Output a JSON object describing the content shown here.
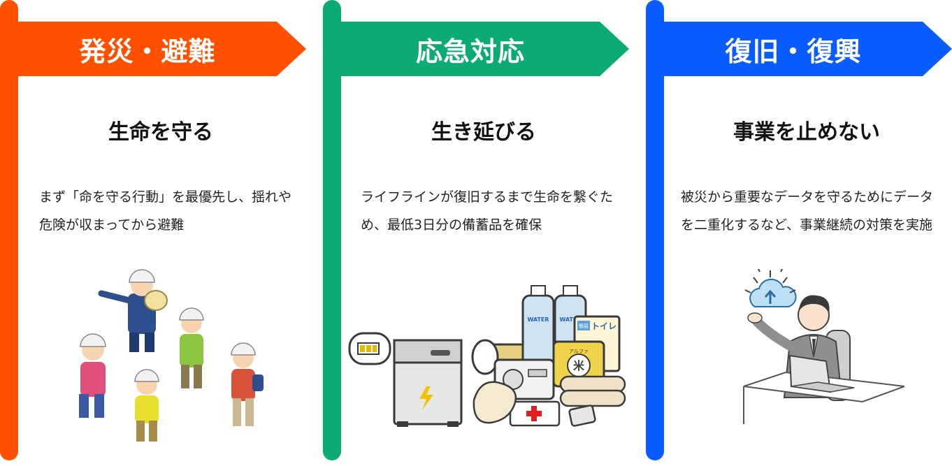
{
  "columns": [
    {
      "id": "disaster",
      "title": "発災・避難",
      "heading": "生命を守る",
      "description": "まず「命を守る行動」を最優先し、揺れや危険が収まってから避難",
      "color": "#ff5000",
      "illustration": "evacuation-people"
    },
    {
      "id": "emergency",
      "title": "応急対応",
      "heading": "生き延びる",
      "description": "ライフラインが復旧するまで生命を繋ぐため、最低3日分の備蓄品を確保",
      "color": "#0dab74",
      "illustration": "emergency-supplies"
    },
    {
      "id": "recovery",
      "title": "復旧・復興",
      "heading": "事業を止めない",
      "description": "被災から重要なデータを守るためにデータを二重化するなど、事業継続の対策を実施",
      "color": "#0a5cff",
      "illustration": "businessman-cloud-backup"
    }
  ],
  "illustration_text": {
    "water": "WATER",
    "toilet_small": "簡易",
    "toilet": "トイレ",
    "rice_small": "アルファ",
    "rice": "米"
  }
}
